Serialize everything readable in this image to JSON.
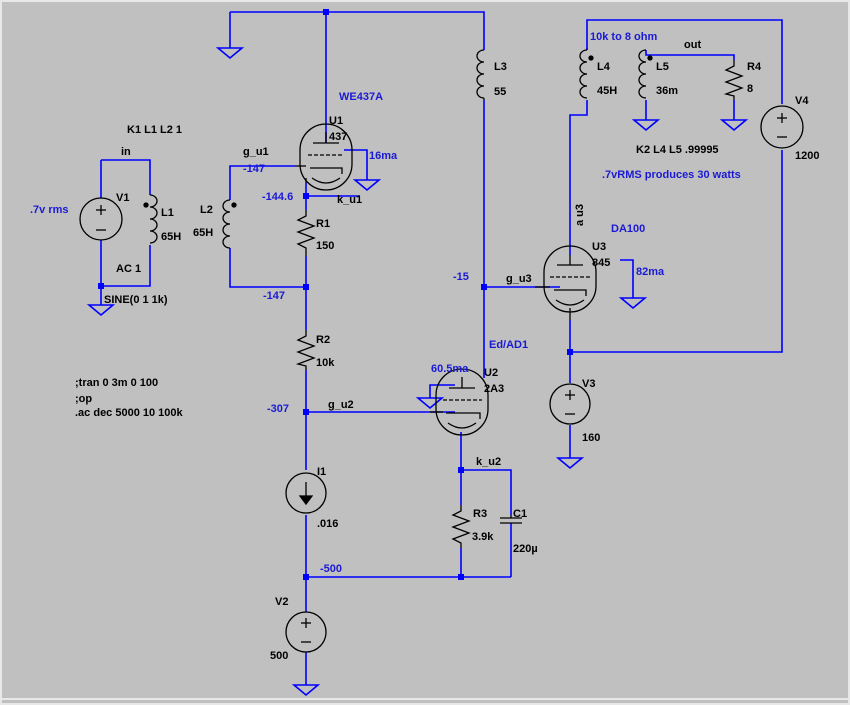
{
  "components": {
    "V1": {
      "name": "V1",
      "amplitude": ".7v rms",
      "ac": "AC 1",
      "source": "SINE(0 1 1k)"
    },
    "L1": {
      "name": "L1",
      "value": "65H"
    },
    "L2": {
      "name": "L2",
      "value": "65H"
    },
    "coupling1": "K1 L1 L2 1",
    "U1": {
      "name": "U1",
      "model": "437",
      "type_label": "WE437A",
      "current": "16ma"
    },
    "R1": {
      "name": "R1",
      "value": "150"
    },
    "R2": {
      "name": "R2",
      "value": "10k"
    },
    "I1": {
      "name": "I1",
      "value": ".016"
    },
    "V2": {
      "name": "V2",
      "value": "500"
    },
    "U2": {
      "name": "U2",
      "model": "2A3",
      "type_label": "Ed/AD1",
      "current": "60.5ma"
    },
    "R3": {
      "name": "R3",
      "value": "3.9k"
    },
    "C1": {
      "name": "C1",
      "value": "220µ"
    },
    "L3": {
      "name": "L3",
      "value": "55"
    },
    "L4": {
      "name": "L4",
      "value": "45H"
    },
    "L5": {
      "name": "L5",
      "value": "36m"
    },
    "R4": {
      "name": "R4",
      "value": "8"
    },
    "V4": {
      "name": "V4",
      "value": "1200"
    },
    "U3": {
      "name": "U3",
      "model": "845",
      "type_label": "DA100",
      "current": "82ma"
    },
    "V3": {
      "name": "V3",
      "value": "160"
    },
    "coupling2": "K2 L4 L5 .99995",
    "transformer_note": "10k to 8 ohm",
    "power_note": ".7vRMS produces 30 watts"
  },
  "nets": {
    "in": "in",
    "g_u1": "g_u1",
    "k_u1": "k_u1",
    "g_u2": "g_u2",
    "k_u2": "k_u2",
    "g_u3": "g_u3",
    "a_u3": "a u3",
    "out": "out"
  },
  "voltages": {
    "g_u1": "-147",
    "k_u1": "-144.6",
    "r1_bottom": "-147",
    "g_u2": "-307",
    "neg_rail": "-500",
    "g_u3": "-15"
  },
  "directives": [
    ";tran 0 3m 0 100",
    ";op",
    ".ac dec 5000 10 100k"
  ]
}
